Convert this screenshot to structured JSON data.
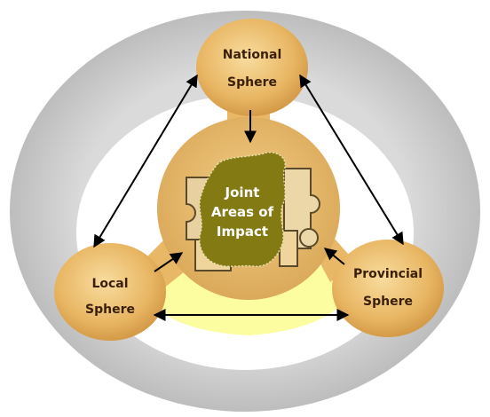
{
  "nodes": {
    "national": {
      "line1": "National",
      "line2": "Sphere"
    },
    "provincial": {
      "line1": "Provincial",
      "line2": "Sphere"
    },
    "local": {
      "line1": "Local",
      "line2": "Sphere"
    }
  },
  "center": {
    "line1": "Joint",
    "line2": "Areas of",
    "line3": "Impact"
  },
  "colors": {
    "outer_ring": "#d4d4d4",
    "inner_white": "#ffffff",
    "sphere_fill": "#ecc371",
    "connector_fill": "#e8b866",
    "highlight_yellow": "#fcfca0",
    "puzzle_dark": "#847a14",
    "puzzle_light": "#e6c991",
    "arrow": "#000000"
  }
}
